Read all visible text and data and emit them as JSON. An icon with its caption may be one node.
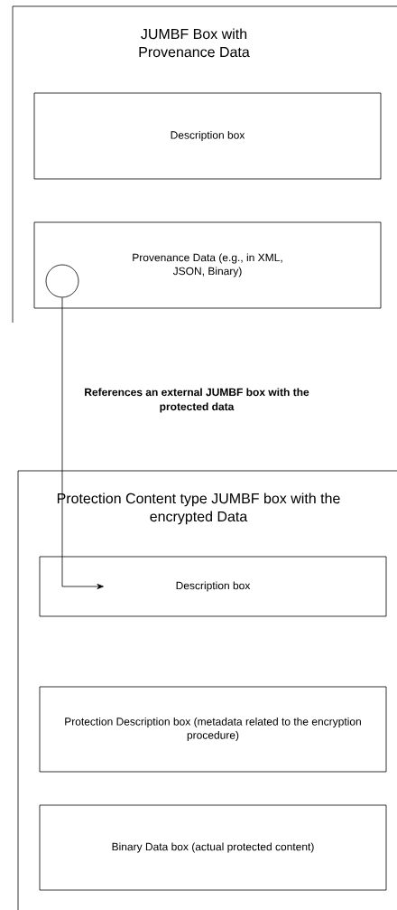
{
  "diagram": {
    "nodes": [
      {
        "text": [
          "JUMBF Box with Provenance Data"
        ]
      },
      {
        "text": [
          "Description box"
        ],
        "in": 0
      },
      {
        "text": [
          "Provenance Data (e.g., in XML, JSON, Binary)"
        ],
        "in": 0
      },
      {
        "text": [],
        "shape": "circle",
        "in": 2
      },
      {
        "text": [
          "Protection Content type JUMBF box with the encrypted Data"
        ]
      },
      {
        "text": [
          "Description box"
        ],
        "in": 4
      },
      {
        "text": [
          "Protection Description box (metadata related to the encryption procedure)"
        ],
        "in": 4
      },
      {
        "text": [
          "Binary Data box (actual protected content)"
        ],
        "in": 4
      }
    ],
    "edges": [
      {
        "from": 3,
        "to": 5,
        "arrow": "to",
        "label": "References an external JUMBF box with the protected data"
      }
    ]
  }
}
